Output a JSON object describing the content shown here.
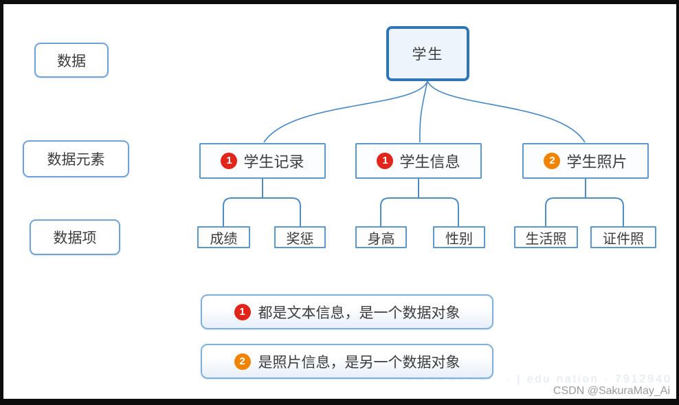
{
  "left_labels": [
    {
      "label": "数据"
    },
    {
      "label": "数据元素"
    },
    {
      "label": "数据项"
    }
  ],
  "root": {
    "label": "学生"
  },
  "level2": [
    {
      "badge": "1",
      "badge_color": "#e1251b",
      "label": "学生记录"
    },
    {
      "badge": "1",
      "badge_color": "#e1251b",
      "label": "学生信息"
    },
    {
      "badge": "2",
      "badge_color": "#f08300",
      "label": "学生照片"
    }
  ],
  "level3": [
    {
      "label": "成绩"
    },
    {
      "label": "奖惩"
    },
    {
      "label": "身高"
    },
    {
      "label": "性别"
    },
    {
      "label": "生活照"
    },
    {
      "label": "证件照"
    }
  ],
  "legend": [
    {
      "badge": "1",
      "badge_color": "#e1251b",
      "text": "都是文本信息，是一个数据对象"
    },
    {
      "badge": "2",
      "badge_color": "#f08300",
      "text": "是照片信息，是另一个数据对象"
    }
  ],
  "watermark": {
    "text": "CSDN @SakuraMay_Ai",
    "faint_text": "· | edu nation · 7912940"
  },
  "colors": {
    "connector": "#4e8bc4",
    "box_border": "#5b96cc",
    "root_border": "#2e76b8",
    "label_border": "#6ea2d8",
    "legend_border": "#7fb0dd",
    "badge_red": "#e1251b",
    "badge_orange": "#f08300",
    "frame": "#0d0d0d"
  }
}
